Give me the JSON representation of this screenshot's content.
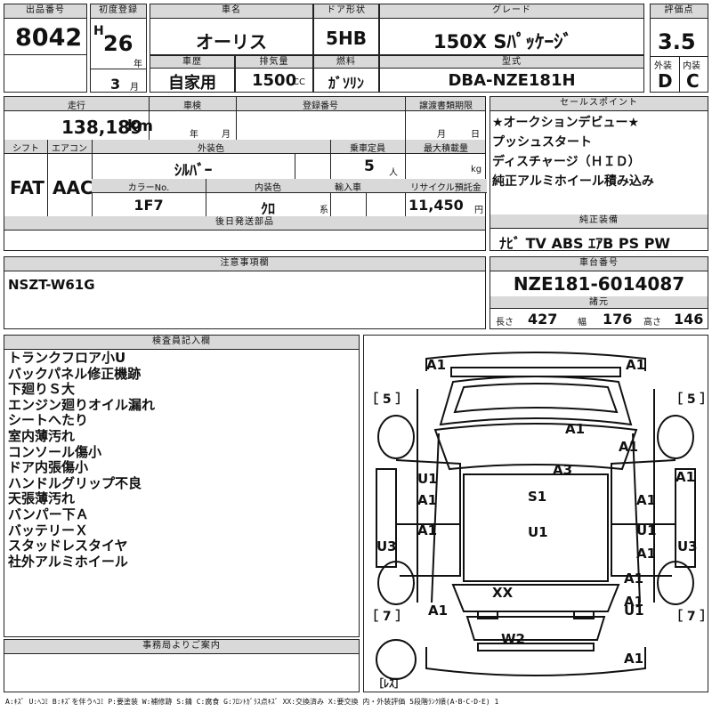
{
  "lot": {
    "label": "出品番号",
    "value": "8042"
  },
  "first_reg": {
    "label": "初度登録",
    "era": "H",
    "year": "26",
    "year_unit": "年",
    "month": "3",
    "month_unit": "月"
  },
  "car_name": {
    "label": "車名",
    "value": "オーリス"
  },
  "door_type": {
    "label": "ドア形状",
    "value": "5HB"
  },
  "grade": {
    "label": "グレード",
    "value": "150X Sﾊﾟｯｹｰｼﾞ"
  },
  "score": {
    "label": "評価点",
    "value": "3.5",
    "ext_label": "外装",
    "int_label": "内装",
    "ext_value": "D",
    "int_value": "C"
  },
  "history": {
    "label": "車歴",
    "value": "自家用"
  },
  "displacement": {
    "label": "排気量",
    "value": "1500",
    "unit": "CC"
  },
  "fuel": {
    "label": "燃料",
    "value": "ｶﾞｿﾘﾝ"
  },
  "model_code": {
    "label": "型式",
    "value": "DBA-NZE181H"
  },
  "mileage": {
    "label": "走行",
    "value": "138,189",
    "unit": "km"
  },
  "inspection": {
    "label": "車検",
    "year_unit": "年",
    "month_unit": "月"
  },
  "reg_number": {
    "label": "登録番号"
  },
  "transfer_deadline": {
    "label": "譲渡書類期限",
    "month_unit": "月",
    "day_unit": "日"
  },
  "shift": {
    "label": "シフト",
    "value": "FAT"
  },
  "aircon": {
    "label": "エアコン",
    "value": "AAC"
  },
  "exterior_color": {
    "label": "外装色",
    "value": "ｼﾙﾊﾞｰ"
  },
  "capacity": {
    "label": "乗車定員",
    "value": "5",
    "unit": "人"
  },
  "max_load": {
    "label": "最大積載量",
    "unit": "kg"
  },
  "color_no": {
    "label": "カラーNo.",
    "value": "1F7"
  },
  "interior_color": {
    "label": "内装色",
    "value": "ｸﾛ",
    "unit": "系"
  },
  "import": {
    "label": "輸入車"
  },
  "recycle": {
    "label": "リサイクル預託金",
    "value": "11,450",
    "unit": "円"
  },
  "later_parts": {
    "label": "後日発送部品"
  },
  "sales_points": {
    "label": "セールスポイント",
    "items": [
      "★オークションデビュー★",
      "プッシュスタート",
      "ディスチャージ（ＨＩＤ）",
      "純正アルミホイール積み込み"
    ]
  },
  "genuine_equipment": {
    "label": "純正装備",
    "value": "ﾅﾋﾞ TV ABS ｴｱB PS PW"
  },
  "notes": {
    "label": "注意事項欄",
    "value": "NSZT-W61G"
  },
  "chassis": {
    "label": "車台番号",
    "value": "NZE181-6014087"
  },
  "specs": {
    "label": "諸元",
    "length_label": "長さ",
    "length": "427",
    "width_label": "幅",
    "width": "176",
    "height_label": "高さ",
    "height": "146"
  },
  "inspector": {
    "label": "検査員記入欄",
    "items": [
      "トランクフロア小U",
      "バックパネル修正機跡",
      "下廻りＳ大",
      "エンジン廻りオイル漏れ",
      "シートへたり",
      "室内薄汚れ",
      "コンソール傷小",
      "ドア内張傷小",
      "ハンドルグリップ不良",
      "天張薄汚れ",
      "バンパー下Ａ",
      "バッテリーＸ",
      "スタッドレスタイヤ",
      "社外アルミホイール"
    ]
  },
  "office": {
    "label": "事務局よりご案内"
  },
  "diagram": {
    "tire_labels": [
      "［ 5 ］",
      "［ 5 ］",
      "［ 7 ］",
      "［ 7 ］",
      "［ﾚｽ］"
    ],
    "marks": [
      "A1",
      "A1",
      "A1",
      "A1",
      "A3",
      "A1",
      "U1",
      "A1",
      "S1",
      "A1",
      "A1",
      "U1",
      "U1",
      "U3",
      "U3",
      "A1",
      "A1",
      "XX",
      "A1",
      "A1",
      "U1",
      "W2",
      "A1"
    ]
  },
  "legend": "A:ｷｽﾞ U:ﾍｺﾐ B:ｷｽﾞを伴うﾍｺﾐ P:要塗装 W:補修跡 S:錆 C:腐食 G:ﾌﾛﾝﾄｶﾞﾗｽ点ｷｽﾞ XX:交換済み X:要交換 内・外装評価 5段階ﾗﾝｸ順(A･B･C･D･E) 1"
}
